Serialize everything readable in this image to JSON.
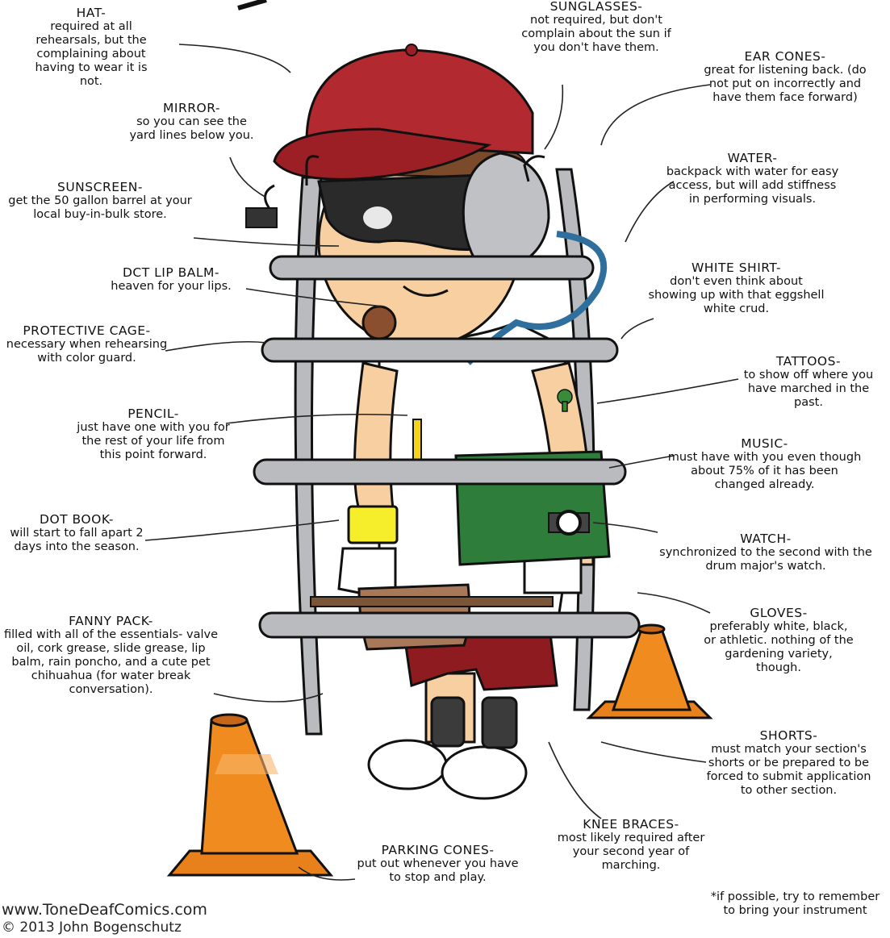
{
  "annotations": [
    {
      "id": "hat",
      "heading": "HAT-",
      "text": "required at all rehearsals, but the complaining about having to wear it is not."
    },
    {
      "id": "sunglasses",
      "heading": "SUNGLASSES-",
      "text": "not required, but don't complain about the sun if you don't have them."
    },
    {
      "id": "ear-cones",
      "heading": "EAR CONES-",
      "text": "great for listening back. (do not put on incorrectly and have them face forward)"
    },
    {
      "id": "mirror",
      "heading": "MIRROR-",
      "text": "so you can see the yard lines below you."
    },
    {
      "id": "water",
      "heading": "WATER-",
      "text": "backpack with water for easy access, but will add stiffness in performing visuals."
    },
    {
      "id": "sunscreen",
      "heading": "SUNSCREEN-",
      "text": "get the 50 gallon barrel at your local buy-in-bulk store."
    },
    {
      "id": "lip-balm",
      "heading": "DCT LIP BALM-",
      "text": "heaven for your lips."
    },
    {
      "id": "white-shirt",
      "heading": "WHITE SHIRT-",
      "text": "don't even think about showing up with that eggshell white crud."
    },
    {
      "id": "protective-cage",
      "heading": "PROTECTIVE CAGE-",
      "text": "necessary when rehearsing with color guard."
    },
    {
      "id": "tattoos",
      "heading": "TATTOOS-",
      "text": "to show off where you have marched in the past."
    },
    {
      "id": "pencil",
      "heading": "PENCIL-",
      "text": "just have one with you for the rest of your life from this point forward."
    },
    {
      "id": "music",
      "heading": "MUSIC-",
      "text": "must have with you even though about 75% of it has been changed already."
    },
    {
      "id": "dot-book",
      "heading": "DOT BOOK-",
      "text": "will start to fall apart 2 days into the season."
    },
    {
      "id": "watch",
      "heading": "WATCH-",
      "text": "synchronized to the second with the drum major's watch."
    },
    {
      "id": "fanny-pack",
      "heading": "FANNY PACK-",
      "text": "filled with all of the essentials- valve oil, cork grease, slide grease, lip balm, rain poncho, and a cute pet chihuahua (for water break conversation)."
    },
    {
      "id": "gloves",
      "heading": "GLOVES-",
      "text": "preferably white, black, or athletic. nothing of the gardening variety, though."
    },
    {
      "id": "shorts",
      "heading": "SHORTS-",
      "text": "must match your section's shorts or be prepared to be forced to submit application to other section."
    },
    {
      "id": "knee-braces",
      "heading": "KNEE BRACES-",
      "text": "most likely required after your second year of marching."
    },
    {
      "id": "parking-cones",
      "heading": "PARKING CONES-",
      "text": "put out whenever you have to stop and play."
    }
  ],
  "footer": {
    "url": "www.ToneDeafComics.com",
    "copyright": "© 2013 John Bogenschutz"
  },
  "footnote": "*if possible, try to remember to bring your instrument",
  "colors": {
    "cap": "#b22a30",
    "skin": "#f7cfa0",
    "cage": "#b9bbbe",
    "shirt": "#ffffff",
    "shorts": "#8e1b1f",
    "fanny": "#a7785a",
    "cone": "#f08c1f",
    "book": "#2e7d3a",
    "tube": "#2f6f9e",
    "knee": "#3b3b3b",
    "dotbook": "#f6ee2a",
    "mic": "#8a4f2e"
  }
}
